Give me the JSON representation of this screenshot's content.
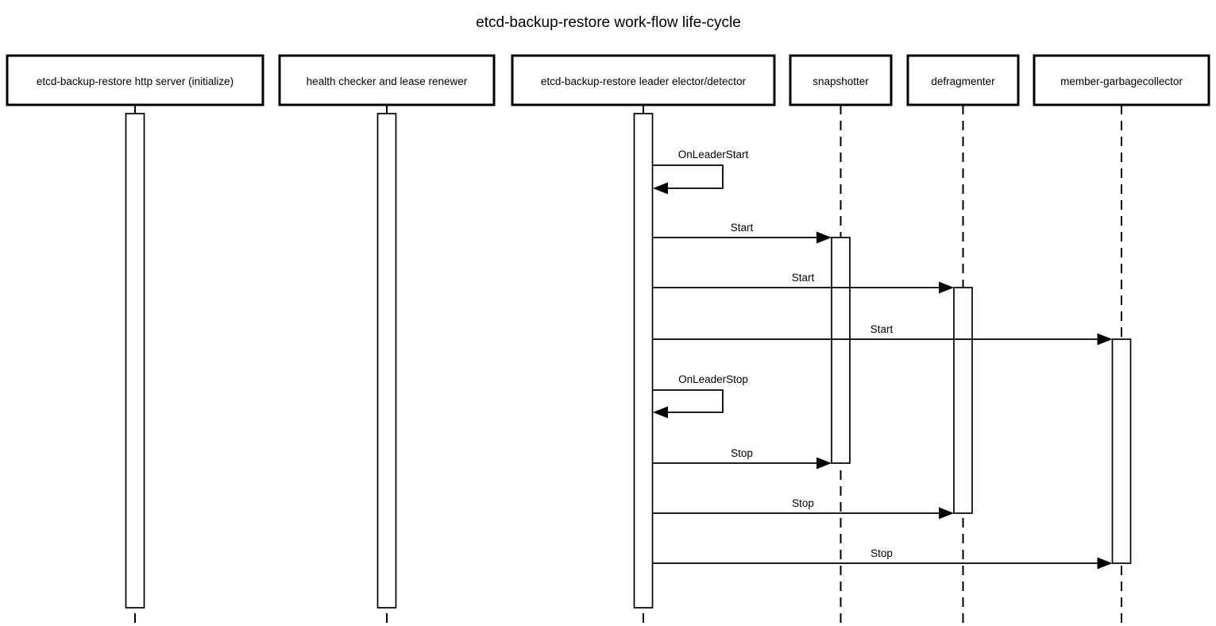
{
  "diagram": {
    "title": "etcd-backup-restore work-flow life-cycle",
    "type": "sequence-diagram"
  },
  "participants": [
    {
      "id": "http-server",
      "label": "etcd-backup-restore http server (initialize)"
    },
    {
      "id": "health-checker",
      "label": "health checker and lease renewer"
    },
    {
      "id": "leader-elector",
      "label": "etcd-backup-restore leader elector/detector"
    },
    {
      "id": "snapshotter",
      "label": "snapshotter"
    },
    {
      "id": "defragmenter",
      "label": "defragmenter"
    },
    {
      "id": "member-garbagecollector",
      "label": "member-garbagecollector"
    }
  ],
  "messages": [
    {
      "label": "OnLeaderStart",
      "from": "leader-elector",
      "to": "leader-elector",
      "type": "self"
    },
    {
      "label": "Start",
      "from": "leader-elector",
      "to": "snapshotter",
      "type": "arrow"
    },
    {
      "label": "Start",
      "from": "leader-elector",
      "to": "defragmenter",
      "type": "arrow"
    },
    {
      "label": "Start",
      "from": "leader-elector",
      "to": "member-garbagecollector",
      "type": "arrow"
    },
    {
      "label": "OnLeaderStop",
      "from": "leader-elector",
      "to": "leader-elector",
      "type": "self"
    },
    {
      "label": "Stop",
      "from": "leader-elector",
      "to": "snapshotter",
      "type": "arrow"
    },
    {
      "label": "Stop",
      "from": "leader-elector",
      "to": "defragmenter",
      "type": "arrow"
    },
    {
      "label": "Stop",
      "from": "leader-elector",
      "to": "member-garbagecollector",
      "type": "arrow"
    }
  ],
  "colors": {
    "line": "#000000",
    "background": "#ffffff",
    "box_fill": "#ffffff",
    "text": "#000000"
  }
}
